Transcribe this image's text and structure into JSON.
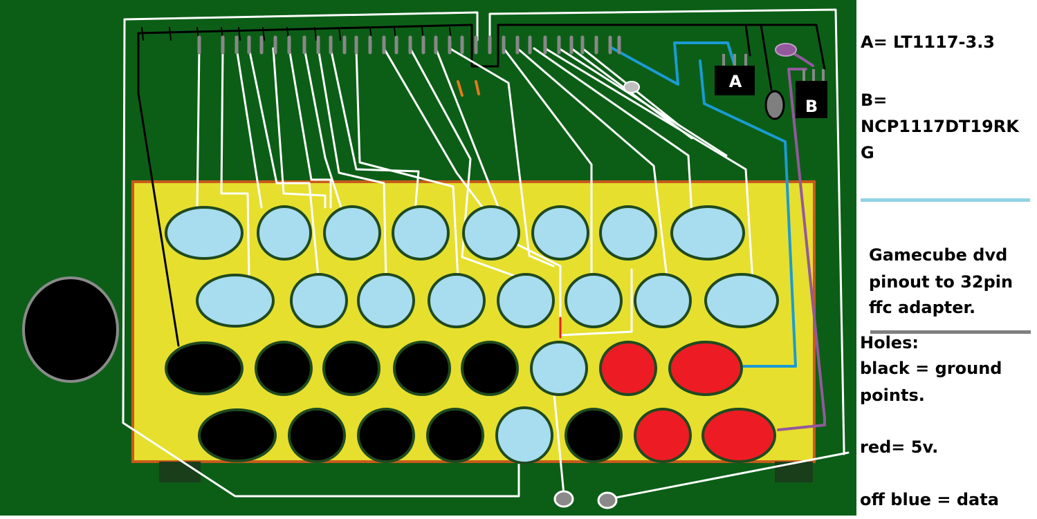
{
  "board": {
    "bg_color": "#0c5e17",
    "connector_color": "#e6df2d",
    "connector_border": "#c85a1c"
  },
  "chips": {
    "a_label": "A",
    "b_label": "B"
  },
  "legend": {
    "a_line": "A= LT1117-3.3",
    "b_line1": "B=",
    "b_line2": "NCP1117DT19RK",
    "b_line3": "G",
    "title_line1": "Gamecube dvd",
    "title_line2": "pinout to 32pin",
    "title_line3": "ffc adapter.",
    "holes_heading": "Holes:",
    "holes_black_1": "black = ground",
    "holes_black_2": "points.",
    "holes_red": "red= 5v.",
    "holes_blue": "off blue = data"
  },
  "colors": {
    "ground_hole": "#000000",
    "power_hole": "#ed1c24",
    "data_hole": "#a8dcef",
    "trace_white": "#ffffff",
    "trace_black": "#000000",
    "trace_blue": "#1b9bd4",
    "trace_purple": "#94589c",
    "trace_orange": "#e07a1f",
    "pin_grey": "#888888",
    "rule_blue": "#8fd3e3",
    "rule_grey": "#7f7f7f"
  }
}
